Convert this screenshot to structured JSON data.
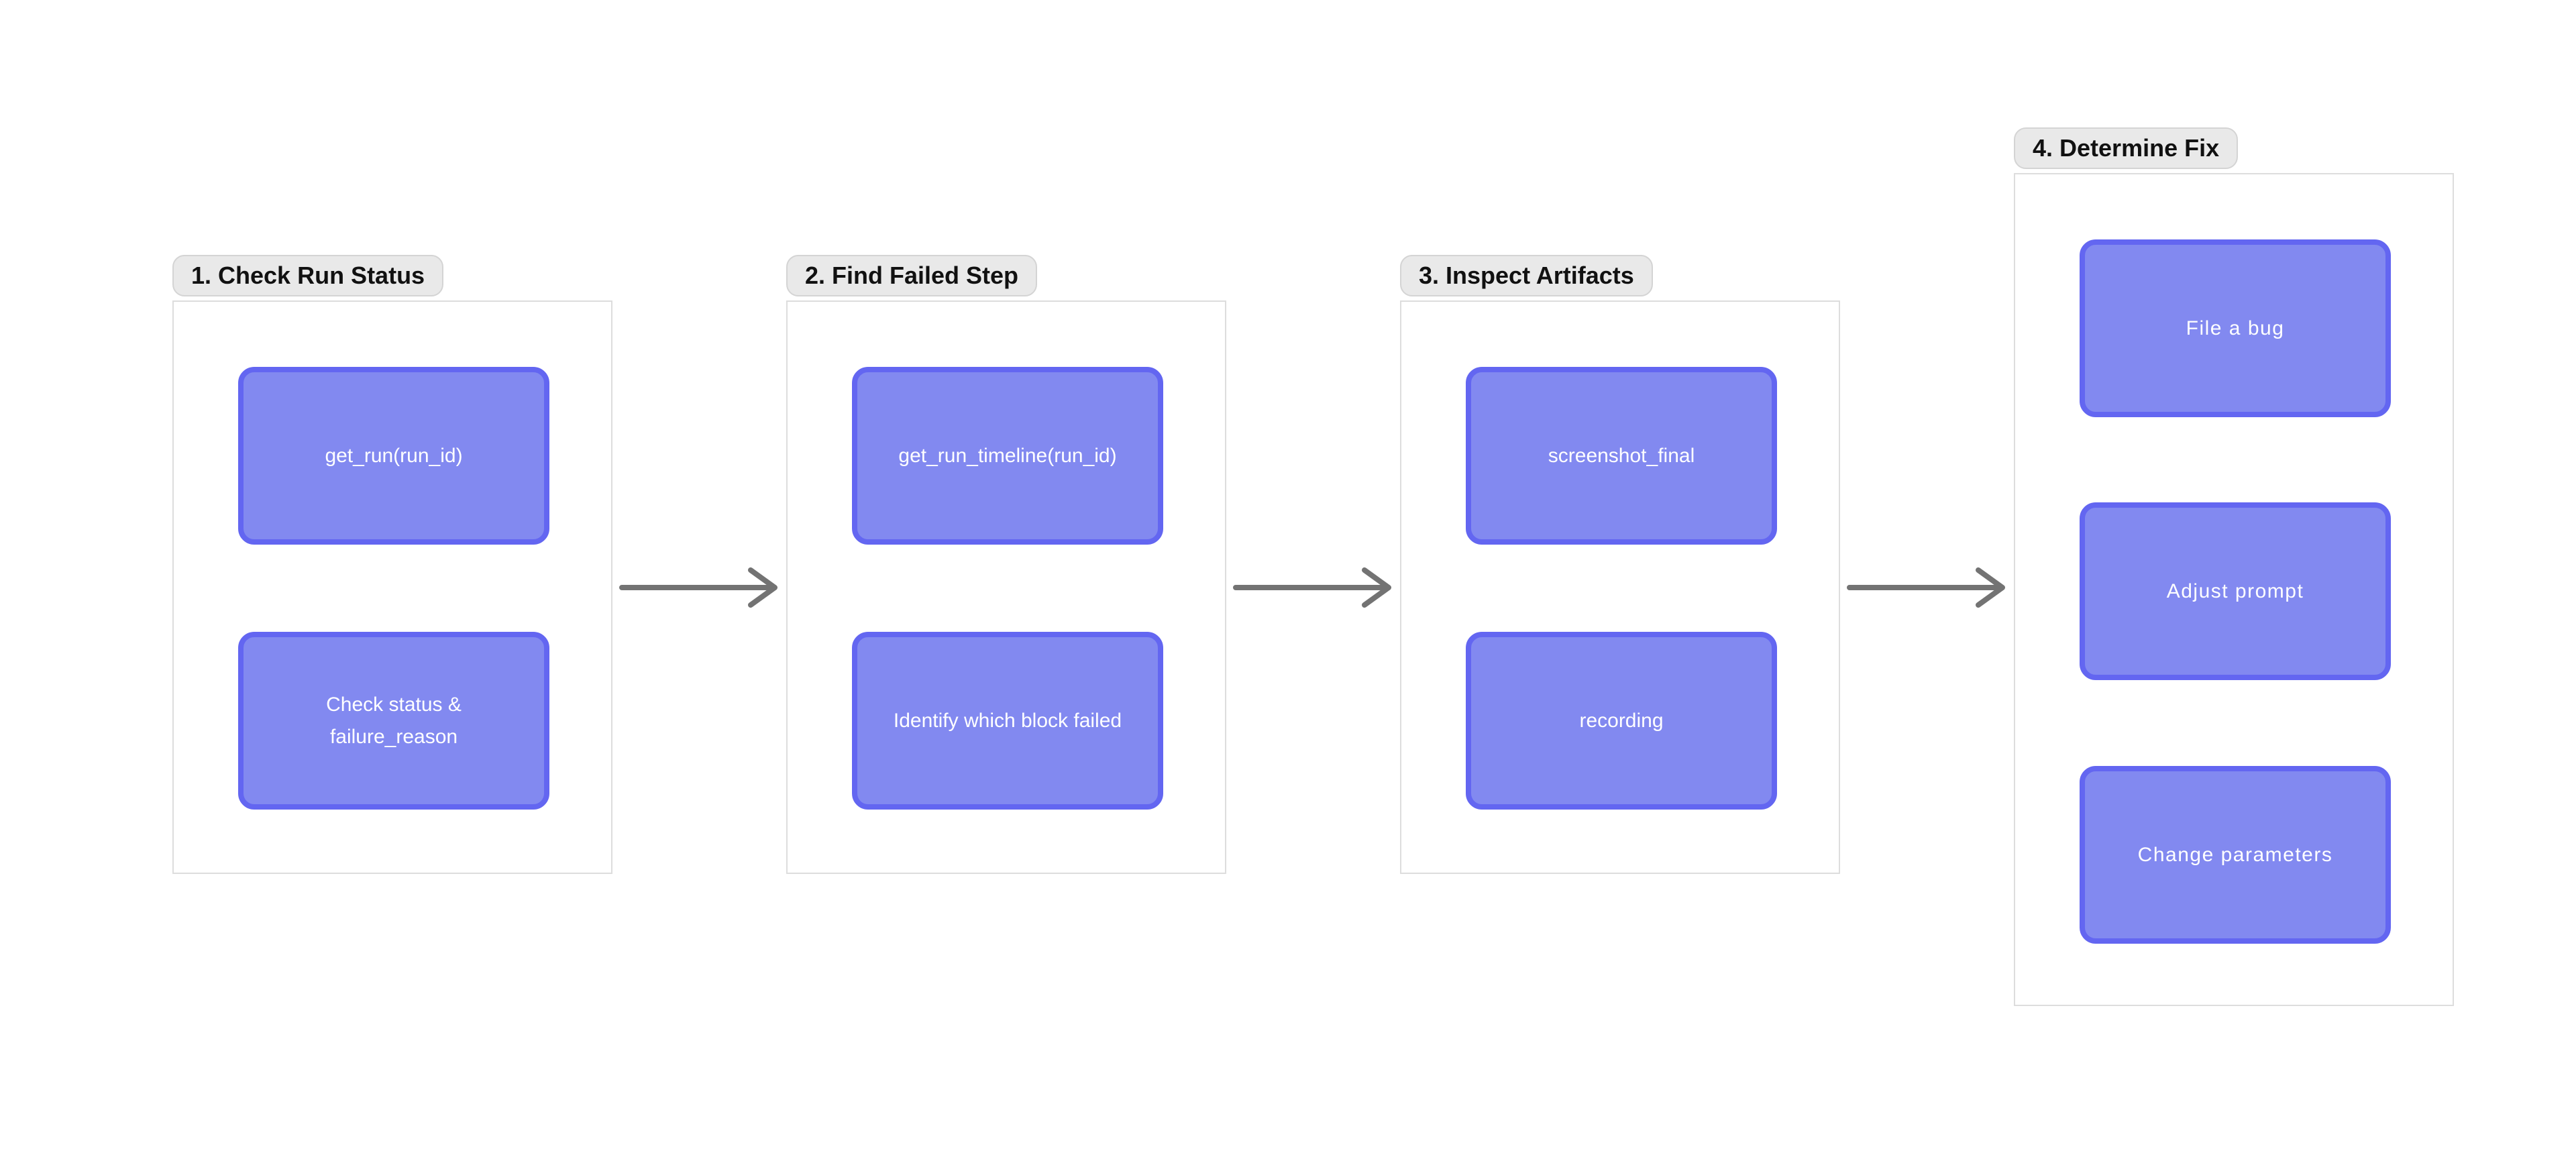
{
  "colors": {
    "canvas_bg": "#ffffff",
    "section_bg": "#ffffff",
    "section_border": "#dddddd",
    "badge_bg": "#e9e9e9",
    "badge_border": "#d4d4d4",
    "badge_text": "#111111",
    "node_fill": "#8289f0",
    "node_border": "#6366f1",
    "node_text": "#ffffff",
    "arrow": "#737373"
  },
  "diagram": {
    "sections": [
      {
        "label": "1. Check Run Status",
        "nodes": [
          {
            "label": "get_run(run_id)"
          },
          {
            "label": "Check status & failure_reason"
          }
        ]
      },
      {
        "label": "2. Find Failed Step",
        "nodes": [
          {
            "label": "get_run_timeline(run_id)"
          },
          {
            "label": "Identify which block failed"
          }
        ]
      },
      {
        "label": "3. Inspect Artifacts",
        "nodes": [
          {
            "label": "screenshot_final"
          },
          {
            "label": "recording"
          }
        ]
      },
      {
        "label": "4. Determine Fix",
        "nodes": [
          {
            "label": "File a bug"
          },
          {
            "label": "Adjust prompt"
          },
          {
            "label": "Change parameters"
          }
        ]
      }
    ]
  }
}
